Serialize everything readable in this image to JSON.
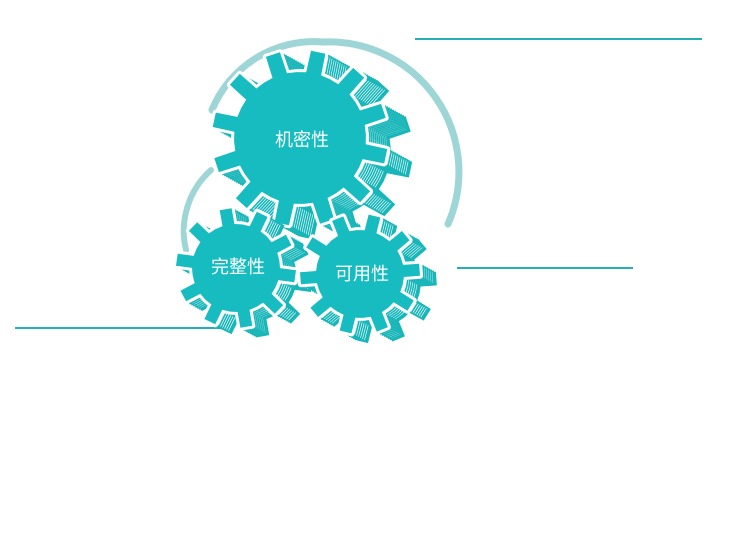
{
  "colors": {
    "gear_fill": "#16bcbf",
    "gear_side": "#ffffff",
    "gear_edge": "#18b6b9",
    "arrow": "#9ed6d7",
    "line": "#26aeb5",
    "label": "#ffffff"
  },
  "gears": {
    "confidentiality": {
      "label": "机密性"
    },
    "integrity": {
      "label": "完整性"
    },
    "availability": {
      "label": "可用性"
    }
  }
}
